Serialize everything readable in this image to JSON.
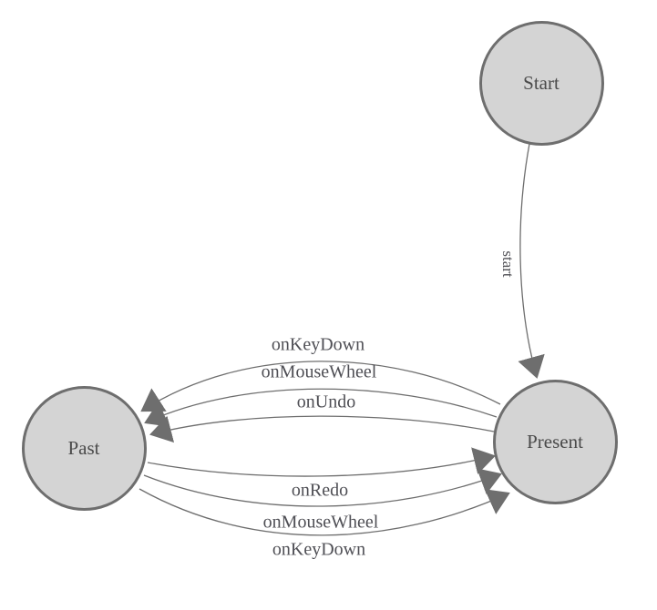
{
  "diagram": {
    "kind": "state-transition-diagram",
    "nodes": [
      {
        "id": "start",
        "label": "Start"
      },
      {
        "id": "past",
        "label": "Past"
      },
      {
        "id": "present",
        "label": "Present"
      }
    ],
    "edges": [
      {
        "from": "Start",
        "to": "Present",
        "label": "start"
      },
      {
        "from": "Present",
        "to": "Past",
        "label": "onKeyDown"
      },
      {
        "from": "Present",
        "to": "Past",
        "label": "onMouseWheel"
      },
      {
        "from": "Present",
        "to": "Past",
        "label": "onUndo"
      },
      {
        "from": "Past",
        "to": "Present",
        "label": "onRedo"
      },
      {
        "from": "Past",
        "to": "Present",
        "label": "onMouseWheel"
      },
      {
        "from": "Past",
        "to": "Present",
        "label": "onKeyDown"
      }
    ],
    "colors": {
      "background": "#ffffff",
      "node_fill": "#d4d4d4",
      "node_border": "#6e6e6e",
      "edge_stroke": "#6e6e6e",
      "arrowhead": "#6e6e6e",
      "label_text": "#4f4f55"
    }
  }
}
